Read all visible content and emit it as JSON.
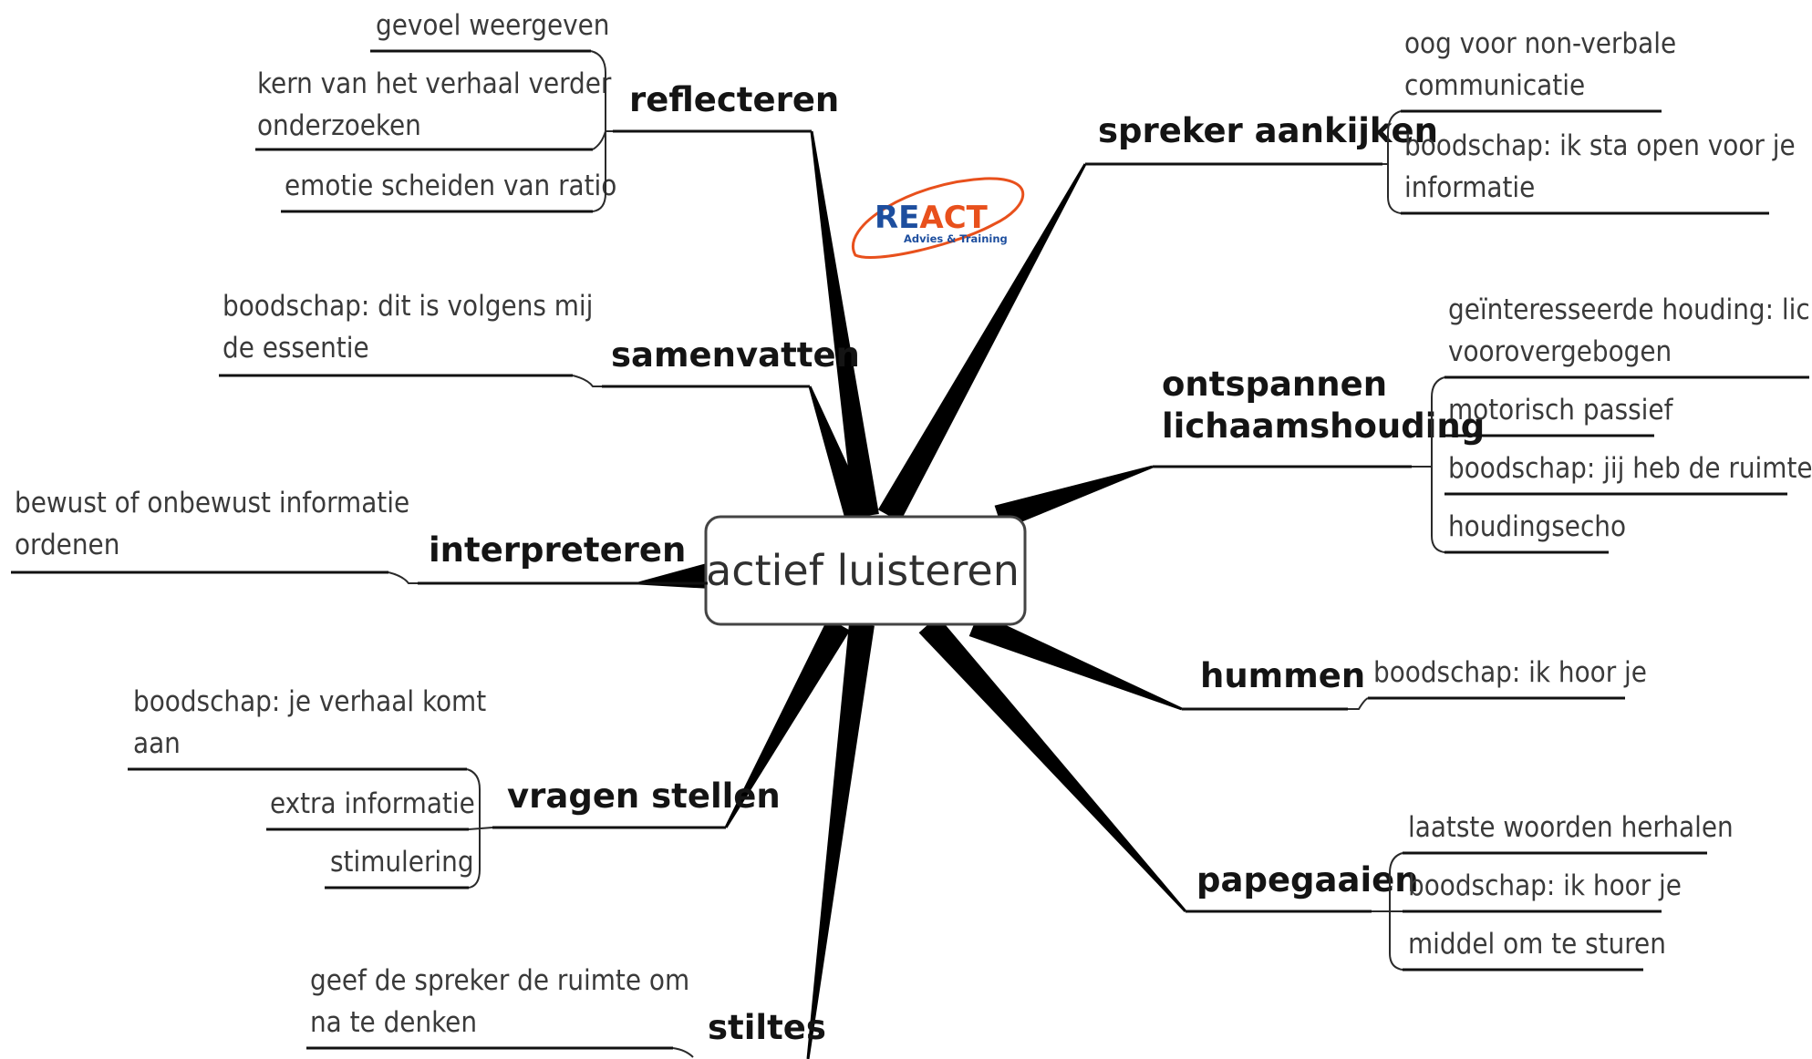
{
  "center": {
    "label": "actief luisteren"
  },
  "logo": {
    "part1": "RE",
    "part2": "ACT",
    "tagline": "Advies & Training",
    "colors": {
      "blue": "#1d4e9e",
      "orange": "#e8501c"
    }
  },
  "branches": [
    {
      "id": "reflecteren",
      "label": "reflecteren",
      "leaves": [
        {
          "lines": [
            "gevoel weergeven"
          ]
        },
        {
          "lines": [
            "kern van het verhaal verder",
            "onderzoeken"
          ]
        },
        {
          "lines": [
            "emotie scheiden van ratio"
          ]
        }
      ]
    },
    {
      "id": "samenvatten",
      "label": "samenvatten",
      "leaves": [
        {
          "lines": [
            "boodschap: dit is volgens mij",
            "de essentie"
          ]
        }
      ]
    },
    {
      "id": "interpreteren",
      "label": "interpreteren",
      "leaves": [
        {
          "lines": [
            "bewust of onbewust informatie",
            "ordenen"
          ]
        }
      ]
    },
    {
      "id": "vragen-stellen",
      "label": "vragen stellen",
      "leaves": [
        {
          "lines": [
            "boodschap: je verhaal komt",
            "aan"
          ]
        },
        {
          "lines": [
            "extra informatie"
          ]
        },
        {
          "lines": [
            "stimulering"
          ]
        }
      ]
    },
    {
      "id": "stiltes",
      "label": "stiltes",
      "leaves": [
        {
          "lines": [
            "geef de spreker de ruimte om",
            "na te denken"
          ]
        }
      ]
    },
    {
      "id": "spreker-aankijken",
      "label": "spreker aankijken",
      "leaves": [
        {
          "lines": [
            "oog voor non-verbale",
            "communicatie"
          ]
        },
        {
          "lines": [
            "boodschap: ik sta open voor je",
            "informatie"
          ]
        }
      ]
    },
    {
      "id": "ontspannen-lichaamshouding",
      "label": "ontspannen lichaamshouding",
      "label_lines": [
        "ontspannen",
        "lichaamshouding"
      ],
      "leaves": [
        {
          "lines": [
            "geïnteresseerde houding: licht",
            "voorovergebogen"
          ]
        },
        {
          "lines": [
            "motorisch passief"
          ]
        },
        {
          "lines": [
            "boodschap: jij heb de ruimte"
          ]
        },
        {
          "lines": [
            "houdingsecho"
          ]
        }
      ]
    },
    {
      "id": "hummen",
      "label": "hummen",
      "leaves": [
        {
          "lines": [
            "boodschap: ik hoor je"
          ]
        }
      ]
    },
    {
      "id": "papegaaien",
      "label": "papegaaien",
      "leaves": [
        {
          "lines": [
            "laatste woorden herhalen"
          ]
        },
        {
          "lines": [
            "boodschap: ik hoor je"
          ]
        },
        {
          "lines": [
            "middel om te sturen"
          ]
        }
      ]
    }
  ]
}
